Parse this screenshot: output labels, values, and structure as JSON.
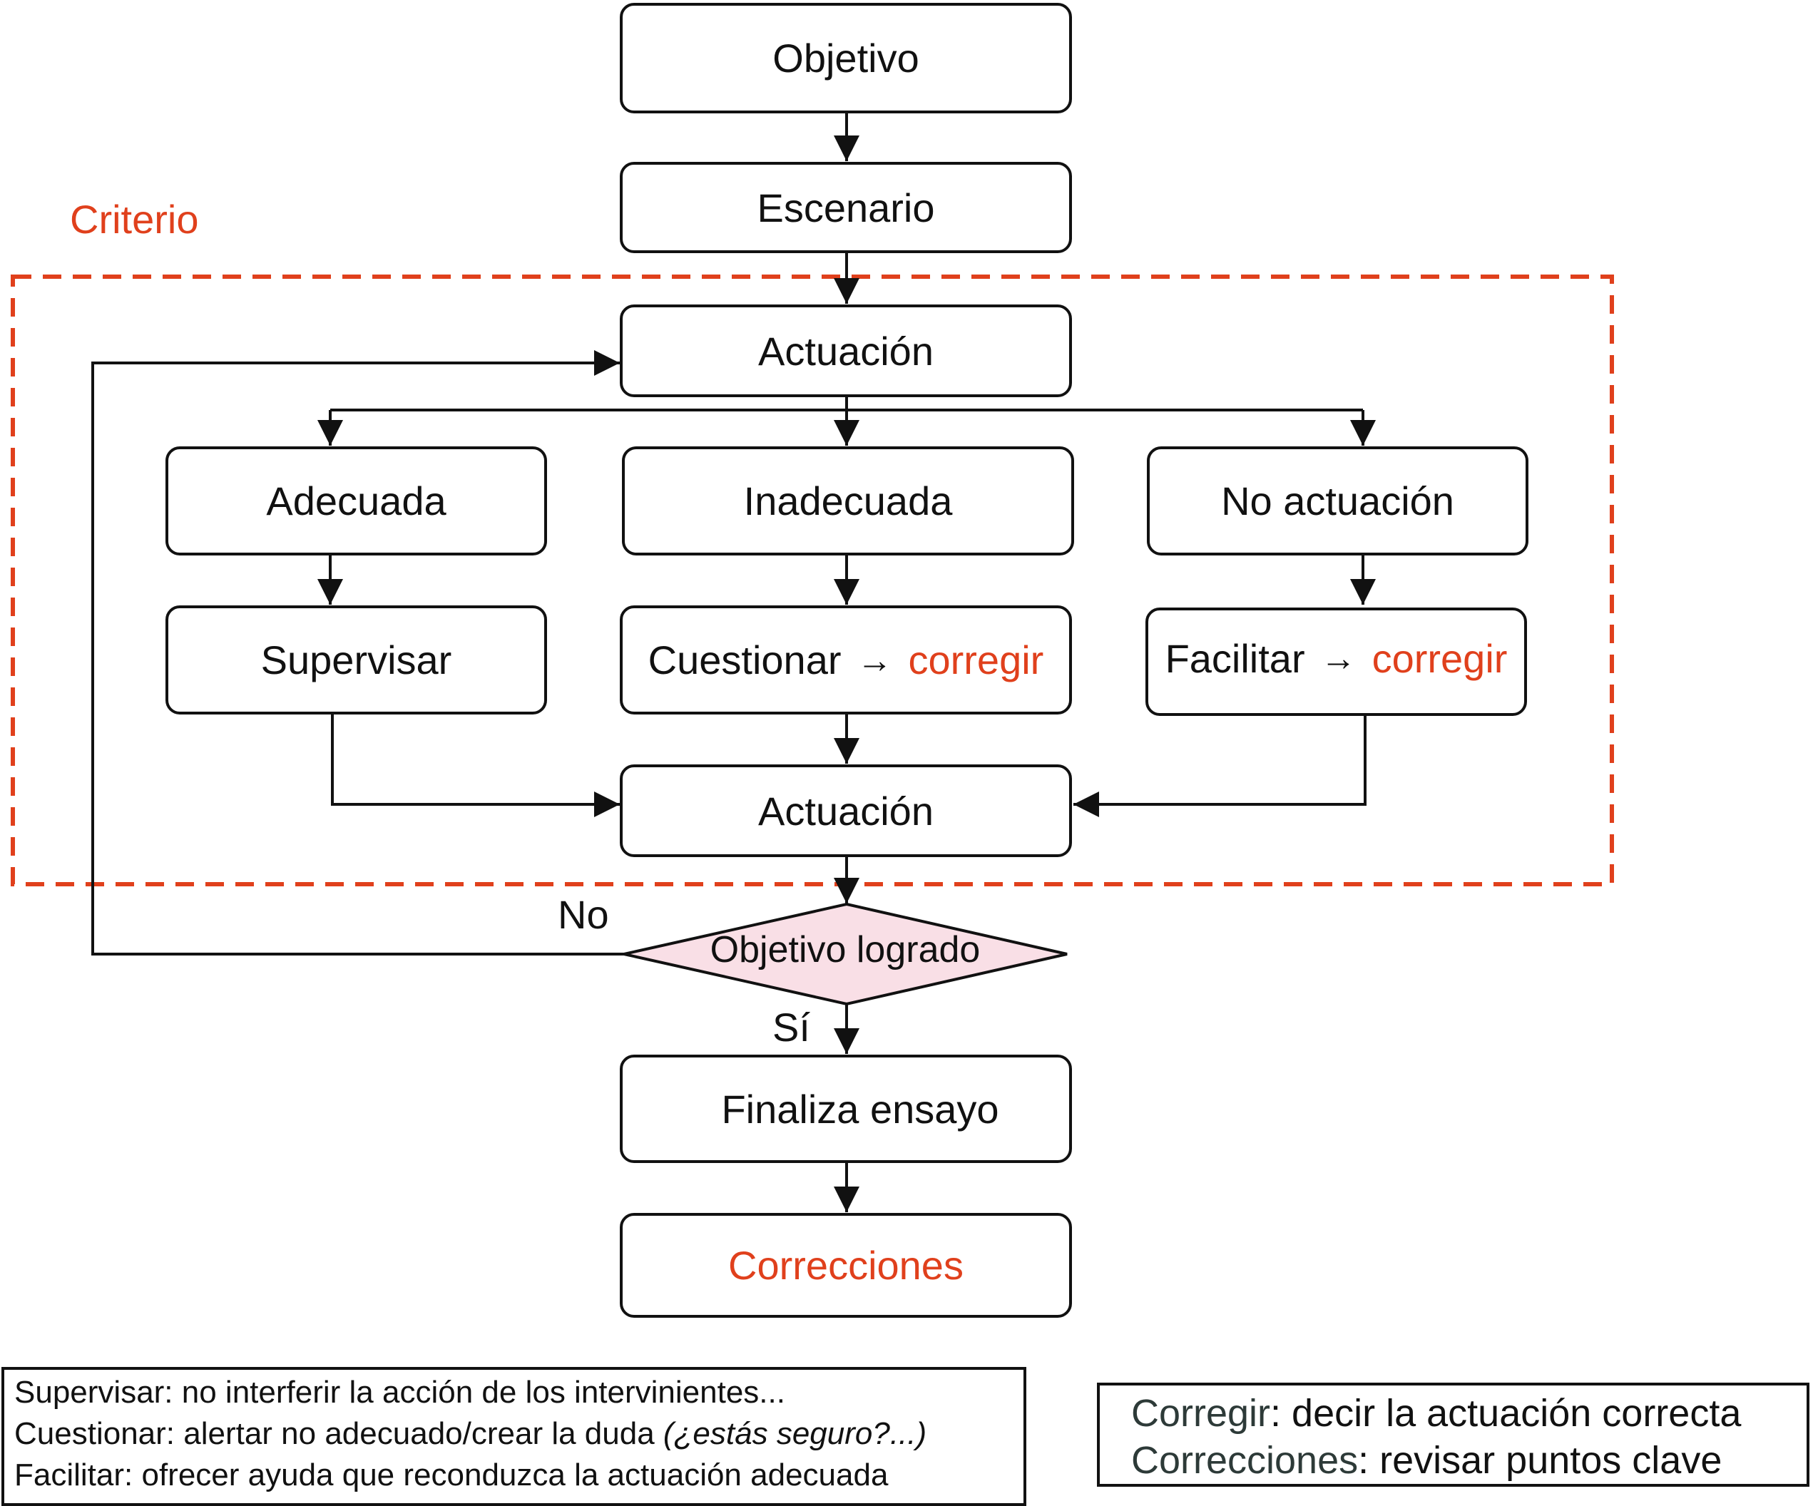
{
  "criterion_label": "Criterio",
  "nodes": {
    "objetivo": "Objetivo",
    "escenario": "Escenario",
    "actuacion_top": "Actuación",
    "adecuada": "Adecuada",
    "inadecuada": "Inadecuada",
    "no_actuacion": "No actuación",
    "supervisar": "Supervisar",
    "cuestionar": {
      "text": "Cuestionar",
      "arrow": "→",
      "accent": "corregir"
    },
    "facilitar": {
      "text": "Facilitar",
      "arrow": "→",
      "accent": "corregir"
    },
    "actuacion_bottom": "Actuación",
    "decision": "Objetivo logrado",
    "finaliza": "Finaliza ensayo",
    "correcciones": "Correcciones"
  },
  "edge_labels": {
    "no": "No",
    "si": "Sí"
  },
  "legend_left": {
    "line1": "Supervisar: no interferir la acción de los intervinientes...",
    "line2": "Cuestionar: alertar no adecuado/crear la duda ",
    "line2_italic": "(¿estás seguro?...)",
    "line3": "Facilitar: ofrecer ayuda que reconduzca la actuación adecuada"
  },
  "legend_right": {
    "term1": "Corregir",
    "def1": ": decir la actuación correcta",
    "term2": "Correcciones",
    "def2": ": revisar puntos clave"
  },
  "colors": {
    "accent": "#e0401c",
    "decision_fill": "#f9dfe6",
    "legend_term": "#2d3a38"
  }
}
